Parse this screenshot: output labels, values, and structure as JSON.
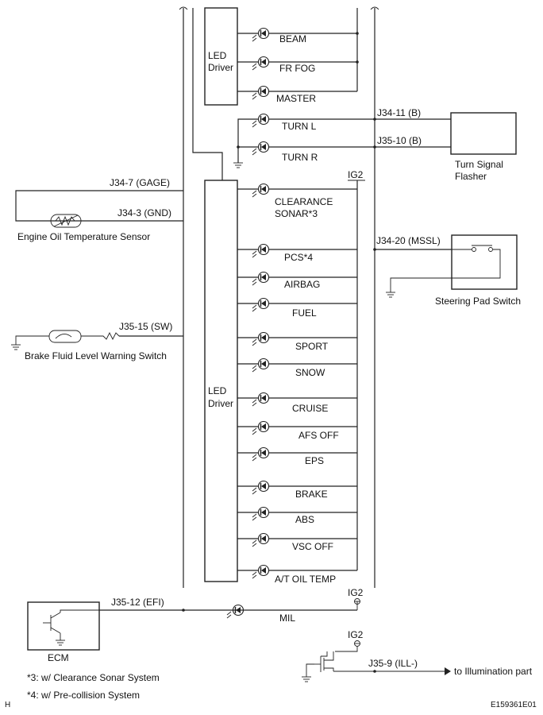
{
  "led_driver_label": [
    "LED",
    "Driver"
  ],
  "top_indicators": [
    "BEAM",
    "FR FOG",
    "MASTER"
  ],
  "turn_indicators": [
    "TURN L",
    "TURN R"
  ],
  "main_indicators": [
    [
      "CLEARANCE",
      "SONAR*3"
    ],
    [
      "PCS*4"
    ],
    [
      "AIRBAG"
    ],
    [
      "FUEL"
    ],
    [
      "SPORT"
    ],
    [
      "SNOW"
    ],
    [
      "CRUISE"
    ],
    [
      "AFS OFF"
    ],
    [
      "EPS"
    ],
    [
      "BRAKE"
    ],
    [
      "ABS"
    ],
    [
      "VSC OFF"
    ],
    [
      "A/T OIL TEMP"
    ]
  ],
  "mil_label": "MIL",
  "connectors": {
    "turn_l": "J34-11 (B)",
    "turn_r": "J35-10 (B)",
    "gage": "J34-7 (GAGE)",
    "gnd": "J34-3 (GND)",
    "mssl": "J34-20 (MSSL)",
    "sw": "J35-15 (SW)",
    "efi": "J35-12 (EFI)",
    "ill": "J35-9 (ILL-)"
  },
  "ig2_label": "IG2",
  "components": {
    "turn_signal_flasher": [
      "Turn Signal",
      "Flasher"
    ],
    "engine_oil_temp_sensor": "Engine Oil Temperature Sensor",
    "steering_pad_switch": "Steering Pad Switch",
    "brake_fluid_switch": "Brake Fluid Level Warning Switch",
    "ecm": "ECM",
    "illumination": "to Illumination part"
  },
  "footnotes": [
    "*3: w/ Clearance Sonar System",
    "*4: w/ Pre-collision System"
  ],
  "corner_mark": "H",
  "figure_id": "E159361E01"
}
